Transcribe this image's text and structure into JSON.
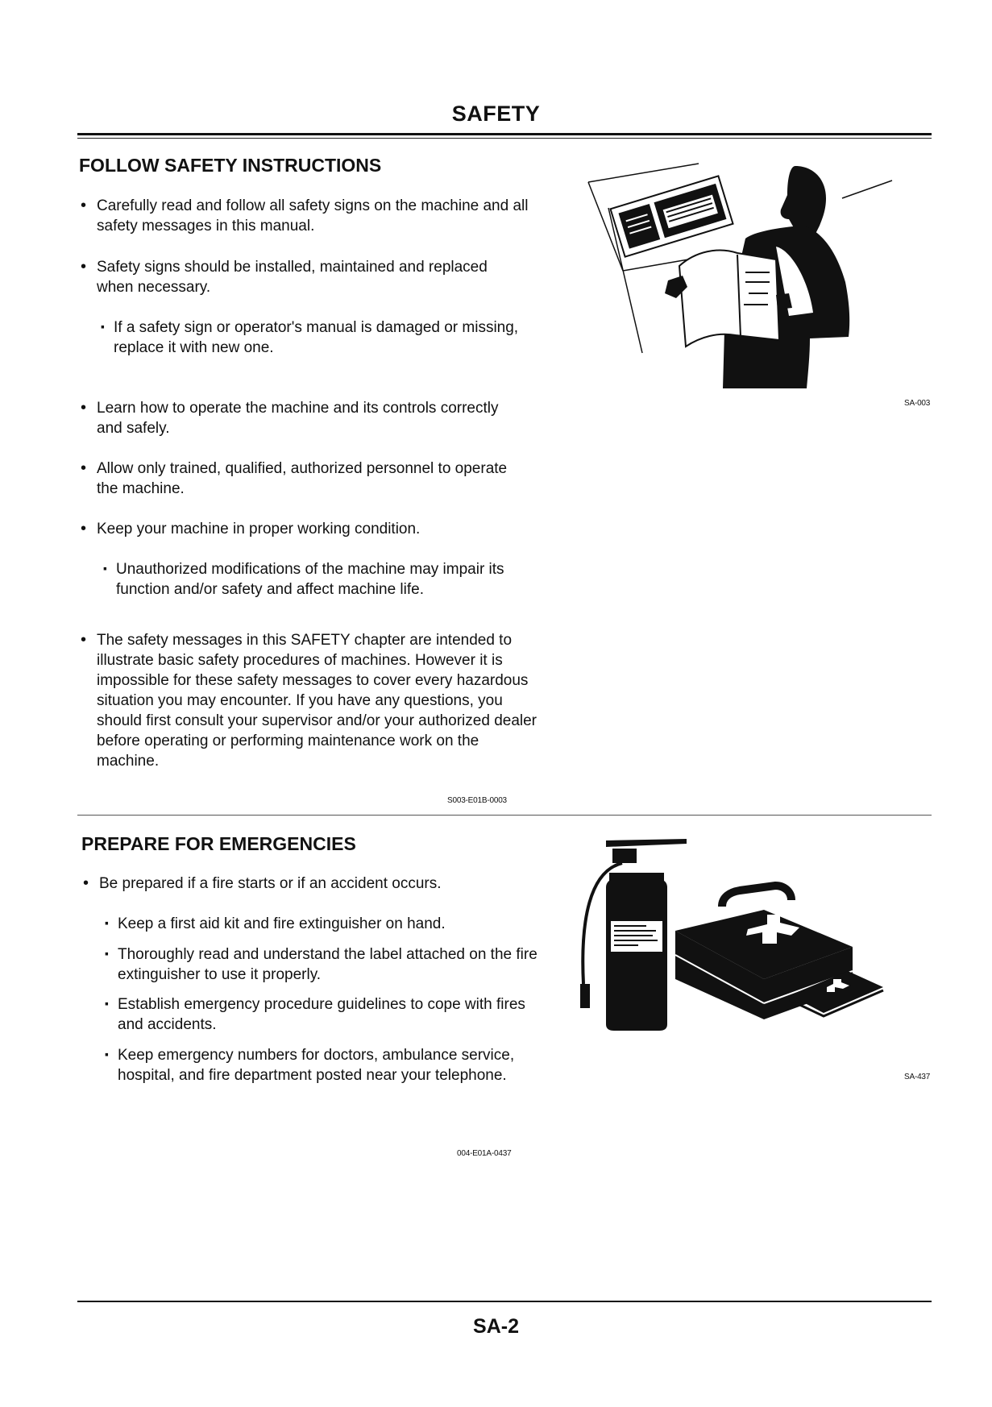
{
  "page": {
    "title": "SAFETY",
    "page_number": "SA-2"
  },
  "follow_section": {
    "heading": "FOLLOW SAFETY INSTRUCTIONS",
    "items": [
      "Carefully read and follow all safety signs on the machine and all safety messages in this manual.",
      "Safety signs should be installed, maintained and replaced when necessary.",
      "If a safety sign or operator's manual is damaged or missing, replace it with new one.",
      "Learn how to operate the machine and its controls correctly and safely.",
      "Allow only trained, qualified, authorized personnel to operate the machine.",
      "Keep your machine in proper working condition.",
      "Unauthorized modifications of the machine may impair its function and/or safety and affect machine life.",
      "The safety messages in this SAFETY chapter are intended to illustrate basic safety procedures of machines. However it is impossible for these safety messages to cover every hazardous situation you may encounter. If you have any questions, you should first consult your supervisor and/or your authorized dealer before operating or performing maintenance work on the machine."
    ],
    "figure_code": "SA-003",
    "doc_code": "S003-E01B-0003"
  },
  "emergency_section": {
    "heading": "PREPARE FOR EMERGENCIES",
    "items": [
      "Be prepared if a fire starts or if an accident occurs.",
      "Keep a first aid kit and fire extinguisher on hand.",
      "Thoroughly read and understand the label attached on the fire extinguisher to use it properly.",
      "Establish emergency procedure guidelines to cope with fires and accidents.",
      "Keep emergency numbers for doctors, ambulance service, hospital, and fire department posted near your telephone."
    ],
    "figure_code": "SA-437",
    "doc_code": "004-E01A-0437"
  },
  "illustrations": {
    "reading_figure_icon": "person-reading-manual-icon",
    "emergency_figure_icon": "fire-extinguisher-first-aid-icon"
  }
}
